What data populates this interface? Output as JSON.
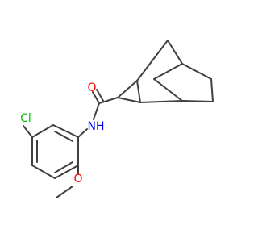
{
  "molecule": {
    "atoms": {
      "O": {
        "text": "O",
        "color": "#ff0000"
      },
      "NH": {
        "text": "NH",
        "color": "#0000ff"
      },
      "Cl": {
        "text": "Cl",
        "color": "#00bf00"
      },
      "OMe": {
        "text": "O",
        "color": "#ff0000"
      }
    },
    "bond_color": "#404040"
  }
}
